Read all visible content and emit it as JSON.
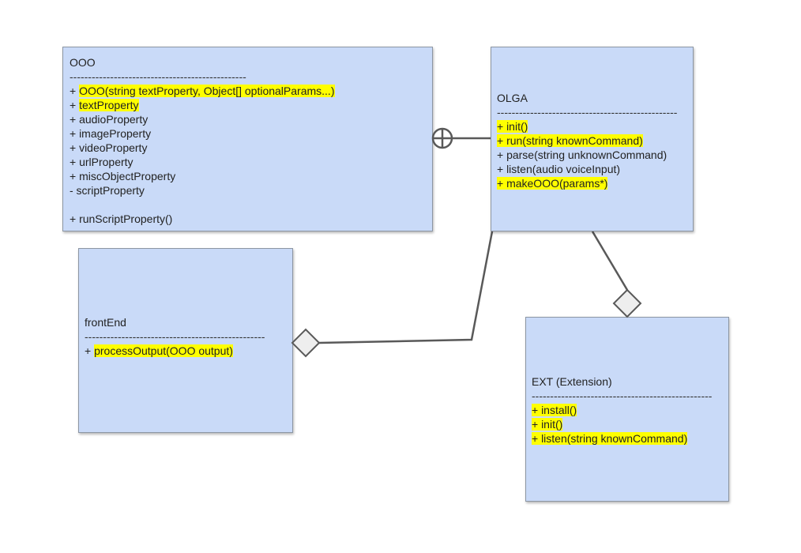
{
  "colors": {
    "class_fill": "#c9daf8",
    "class_border": "#8c96a3",
    "highlight": "#ffff00",
    "connector": "#595959",
    "diamond_fill": "#eeeeee"
  },
  "classes": {
    "ooo": {
      "name": "OOO",
      "separator": "------------------------------------------------",
      "members": [
        {
          "text": "+ ",
          "hl_text": "OOO(string textProperty, Object[] optionalParams...)"
        },
        {
          "text": "+ ",
          "hl_text": "textProperty"
        },
        {
          "text": "+ audioProperty",
          "hl_text": ""
        },
        {
          "text": "+ imageProperty",
          "hl_text": ""
        },
        {
          "text": "+ videoProperty",
          "hl_text": ""
        },
        {
          "text": "+ urlProperty",
          "hl_text": ""
        },
        {
          "text": "+ miscObjectProperty",
          "hl_text": ""
        },
        {
          "text": "- scriptProperty",
          "hl_text": ""
        },
        {
          "text": "",
          "hl_text": ""
        },
        {
          "text": "+ runScriptProperty()",
          "hl_text": ""
        }
      ]
    },
    "olga": {
      "name": "OLGA",
      "separator": "-------------------------------------------------",
      "members": [
        {
          "text": "",
          "hl_text": "+ init()"
        },
        {
          "text": "",
          "hl_text": "+ run(string knownCommand)"
        },
        {
          "text": "+ parse(string unknownCommand)",
          "hl_text": ""
        },
        {
          "text": "+ listen(audio voiceInput)",
          "hl_text": ""
        },
        {
          "text": "",
          "hl_text": "+ makeOOO(params*)"
        }
      ]
    },
    "frontend": {
      "name": "frontEnd",
      "separator": "-------------------------------------------------",
      "members": [
        {
          "text": "+ ",
          "hl_text": "processOutput(OOO output)"
        }
      ]
    },
    "ext": {
      "name": "EXT (Extension)",
      "separator": "-------------------------------------------------",
      "members": [
        {
          "text": "",
          "hl_text": "+ install()"
        },
        {
          "text": "",
          "hl_text": "+ init()"
        },
        {
          "text": "",
          "hl_text": "+ listen(string knownCommand)"
        }
      ]
    }
  }
}
